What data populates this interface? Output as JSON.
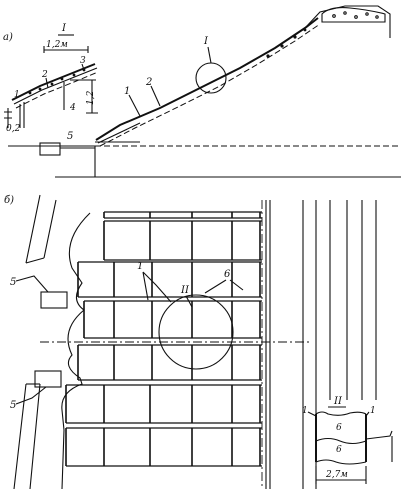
{
  "part_a": {
    "label": "а)",
    "detail_mark": "I",
    "dim_width": "1,2м",
    "dim_height": "1,2",
    "dim_small": "0,2",
    "callouts": [
      "1",
      "2",
      "3",
      "4",
      "5"
    ]
  },
  "part_b": {
    "label": "б)",
    "detail_mark": "II",
    "callouts": [
      "5",
      "5",
      "1",
      "6"
    ]
  },
  "detail_ii": {
    "mark": "II",
    "callouts": [
      "1",
      "1",
      "6",
      "6"
    ],
    "dim_width": "2,7м"
  }
}
